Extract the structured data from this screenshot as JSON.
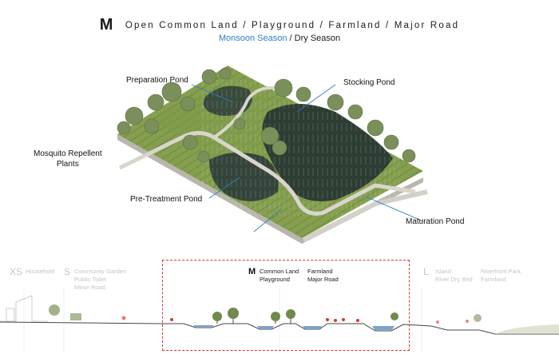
{
  "title": {
    "letter": "M",
    "text": "Open Common Land / Playground / Farmland / Major Road"
  },
  "subtitle": {
    "monsoon": "Monsoon Season",
    "slash": " / ",
    "dry": "Dry Season"
  },
  "labels": {
    "preparation": "Preparation Pond",
    "stocking": "Stocking Pond",
    "mosquito_line1": "Mosquito Repellent",
    "mosquito_line2": "Plants",
    "pretreatment": "Pre-Treatment Pond",
    "maturation": "Maturation Pond"
  },
  "section": {
    "xs": {
      "letter": "XS",
      "lines": [
        "Household"
      ]
    },
    "s": {
      "letter": "S",
      "lines": [
        "Community Garden",
        "Public Toilet",
        "Minor Road"
      ]
    },
    "m": {
      "letter": "M",
      "col1": [
        "Common Land",
        "Playground"
      ],
      "col2": [
        "Farmland",
        "Major Road"
      ]
    },
    "l": {
      "letter": "L",
      "col1": [
        "Island",
        "River Dry Bed"
      ],
      "col2": [
        "Riverfront Park",
        "Farmland"
      ]
    }
  },
  "colors": {
    "accent_blue": "#2f7fc0",
    "highlight_red": "#e0332f",
    "grass": "#7f9a4a",
    "water": "#2f3f34",
    "path": "#d8d6cc",
    "leader_line": "#2f7fc0"
  }
}
